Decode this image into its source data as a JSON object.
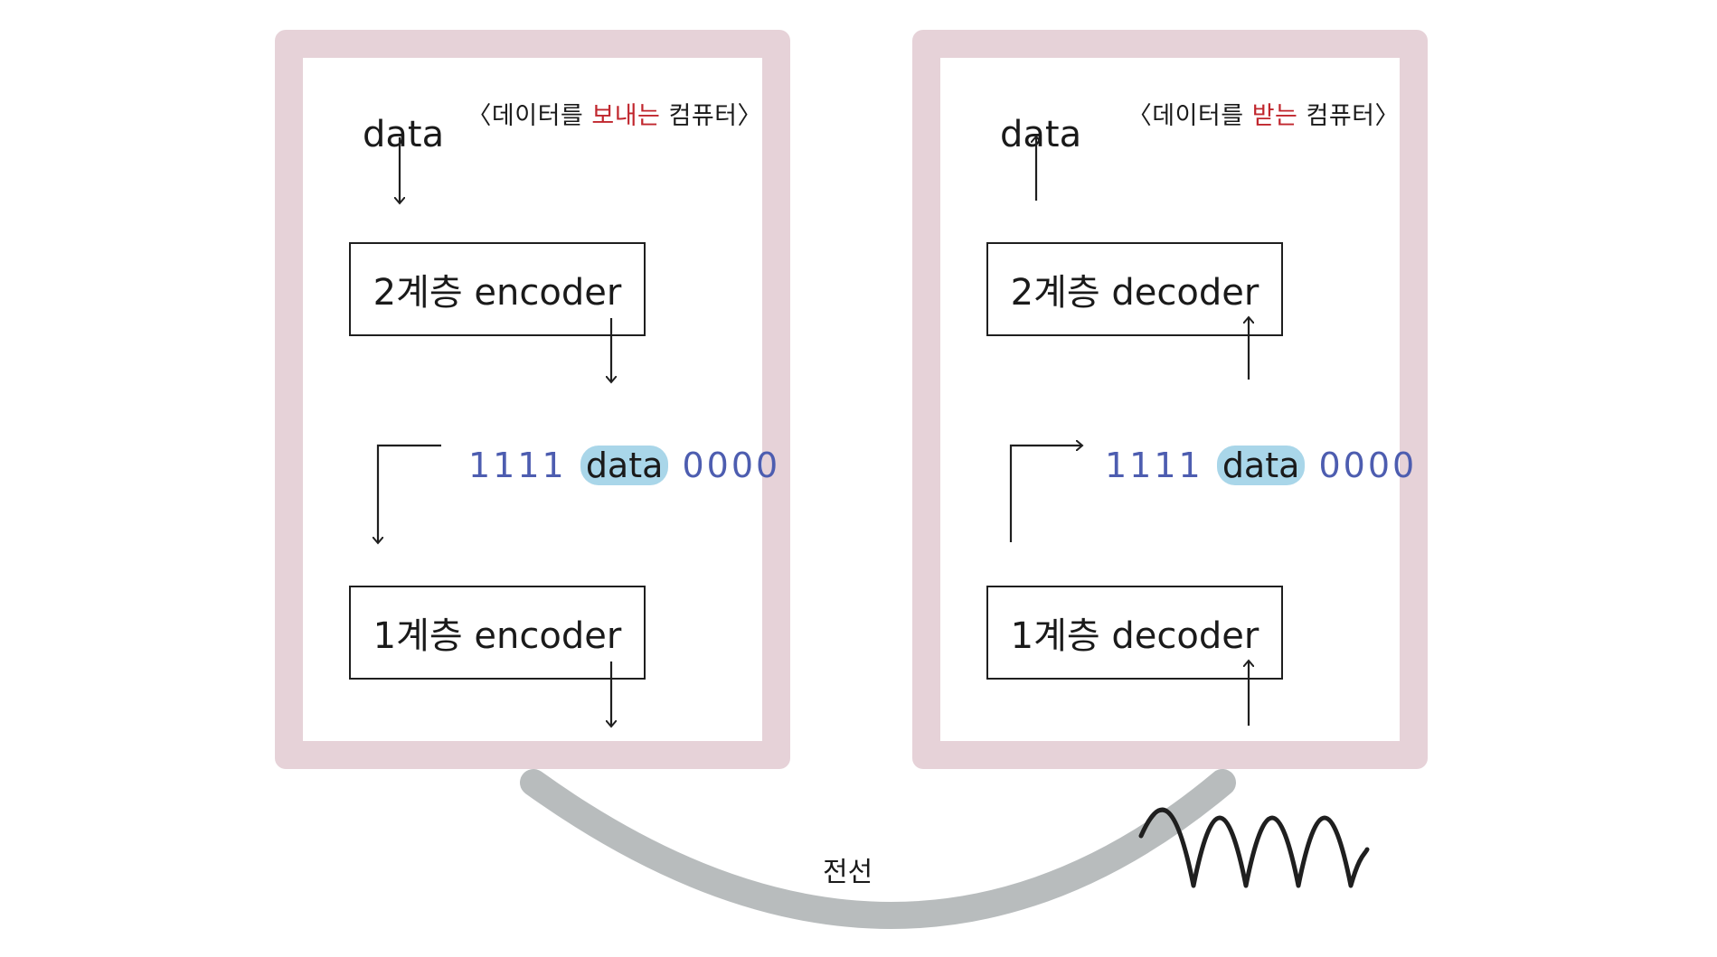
{
  "sender": {
    "heading_pre": "〈데이터를 ",
    "heading_hl": "보내는",
    "heading_post": " 컴퓨터〉",
    "input_word": "data",
    "upper_box": "2계층 encoder",
    "lower_box": "1계층 encoder",
    "frame": {
      "start_bits": "1111",
      "payload": "data",
      "end_bits": "0000"
    }
  },
  "receiver": {
    "heading_pre": "〈데이터를 ",
    "heading_hl": "받는",
    "heading_post": " 컴퓨터〉",
    "output_word": "data",
    "upper_box": "2계층 decoder",
    "lower_box": "1계층 decoder",
    "frame": {
      "start_bits": "1111",
      "payload": "data",
      "end_bits": "0000"
    }
  },
  "wire_label": "전선",
  "colors": {
    "frame_border": "#e6d2d8",
    "highlight_text": "#c0262d",
    "bits": "#4d5db0",
    "payload_bg": "#a9d6e9",
    "wire": "#b8bcbd"
  }
}
